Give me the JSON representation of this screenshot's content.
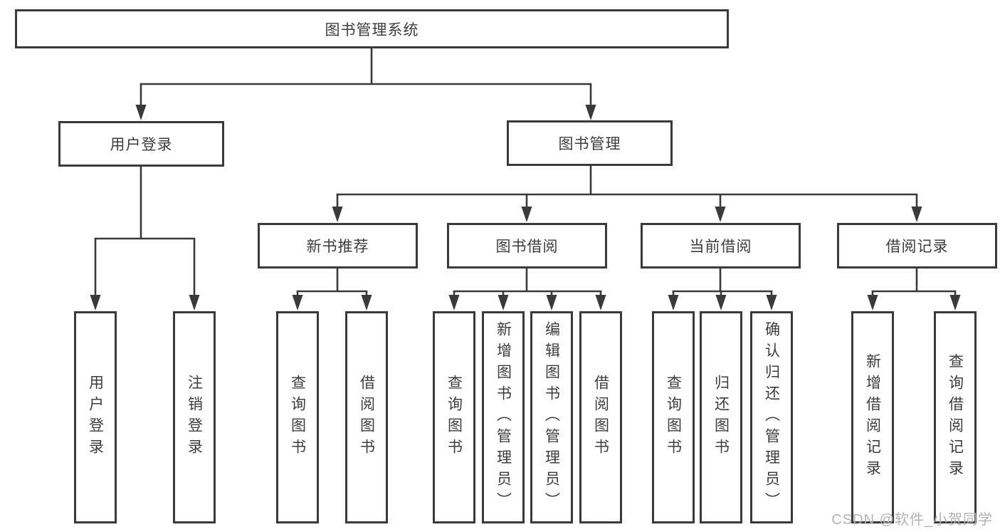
{
  "diagram": {
    "root": {
      "label": "图书管理系统"
    },
    "level2": [
      {
        "label": "用户登录"
      },
      {
        "label": "图书管理"
      }
    ],
    "level3": [
      {
        "label": "新书推荐"
      },
      {
        "label": "图书借阅"
      },
      {
        "label": "当前借阅"
      },
      {
        "label": "借阅记录"
      }
    ],
    "leaves": {
      "user_login": [
        {
          "label": "用户登录"
        },
        {
          "label": "注销登录"
        }
      ],
      "new_book": [
        {
          "label": "查询图书"
        },
        {
          "label": "借阅图书"
        }
      ],
      "book_borrow": [
        {
          "label": "查询图书"
        },
        {
          "label": "新增图书（管理员）"
        },
        {
          "label": "编辑图书（管理员）"
        },
        {
          "label": "借阅图书"
        }
      ],
      "current_borrow": [
        {
          "label": "查询图书"
        },
        {
          "label": "归还图书"
        },
        {
          "label": "确认归还（管理员）"
        }
      ],
      "borrow_records": [
        {
          "label": "新增借阅记录"
        },
        {
          "label": "查询借阅记录"
        }
      ]
    }
  },
  "watermark": {
    "text": "CSDN @软件_小贺同学"
  },
  "colors": {
    "line": "#3a3a3a",
    "text": "#3d3d3d",
    "watermark": "#b3b3b3",
    "background": "#ffffff"
  }
}
